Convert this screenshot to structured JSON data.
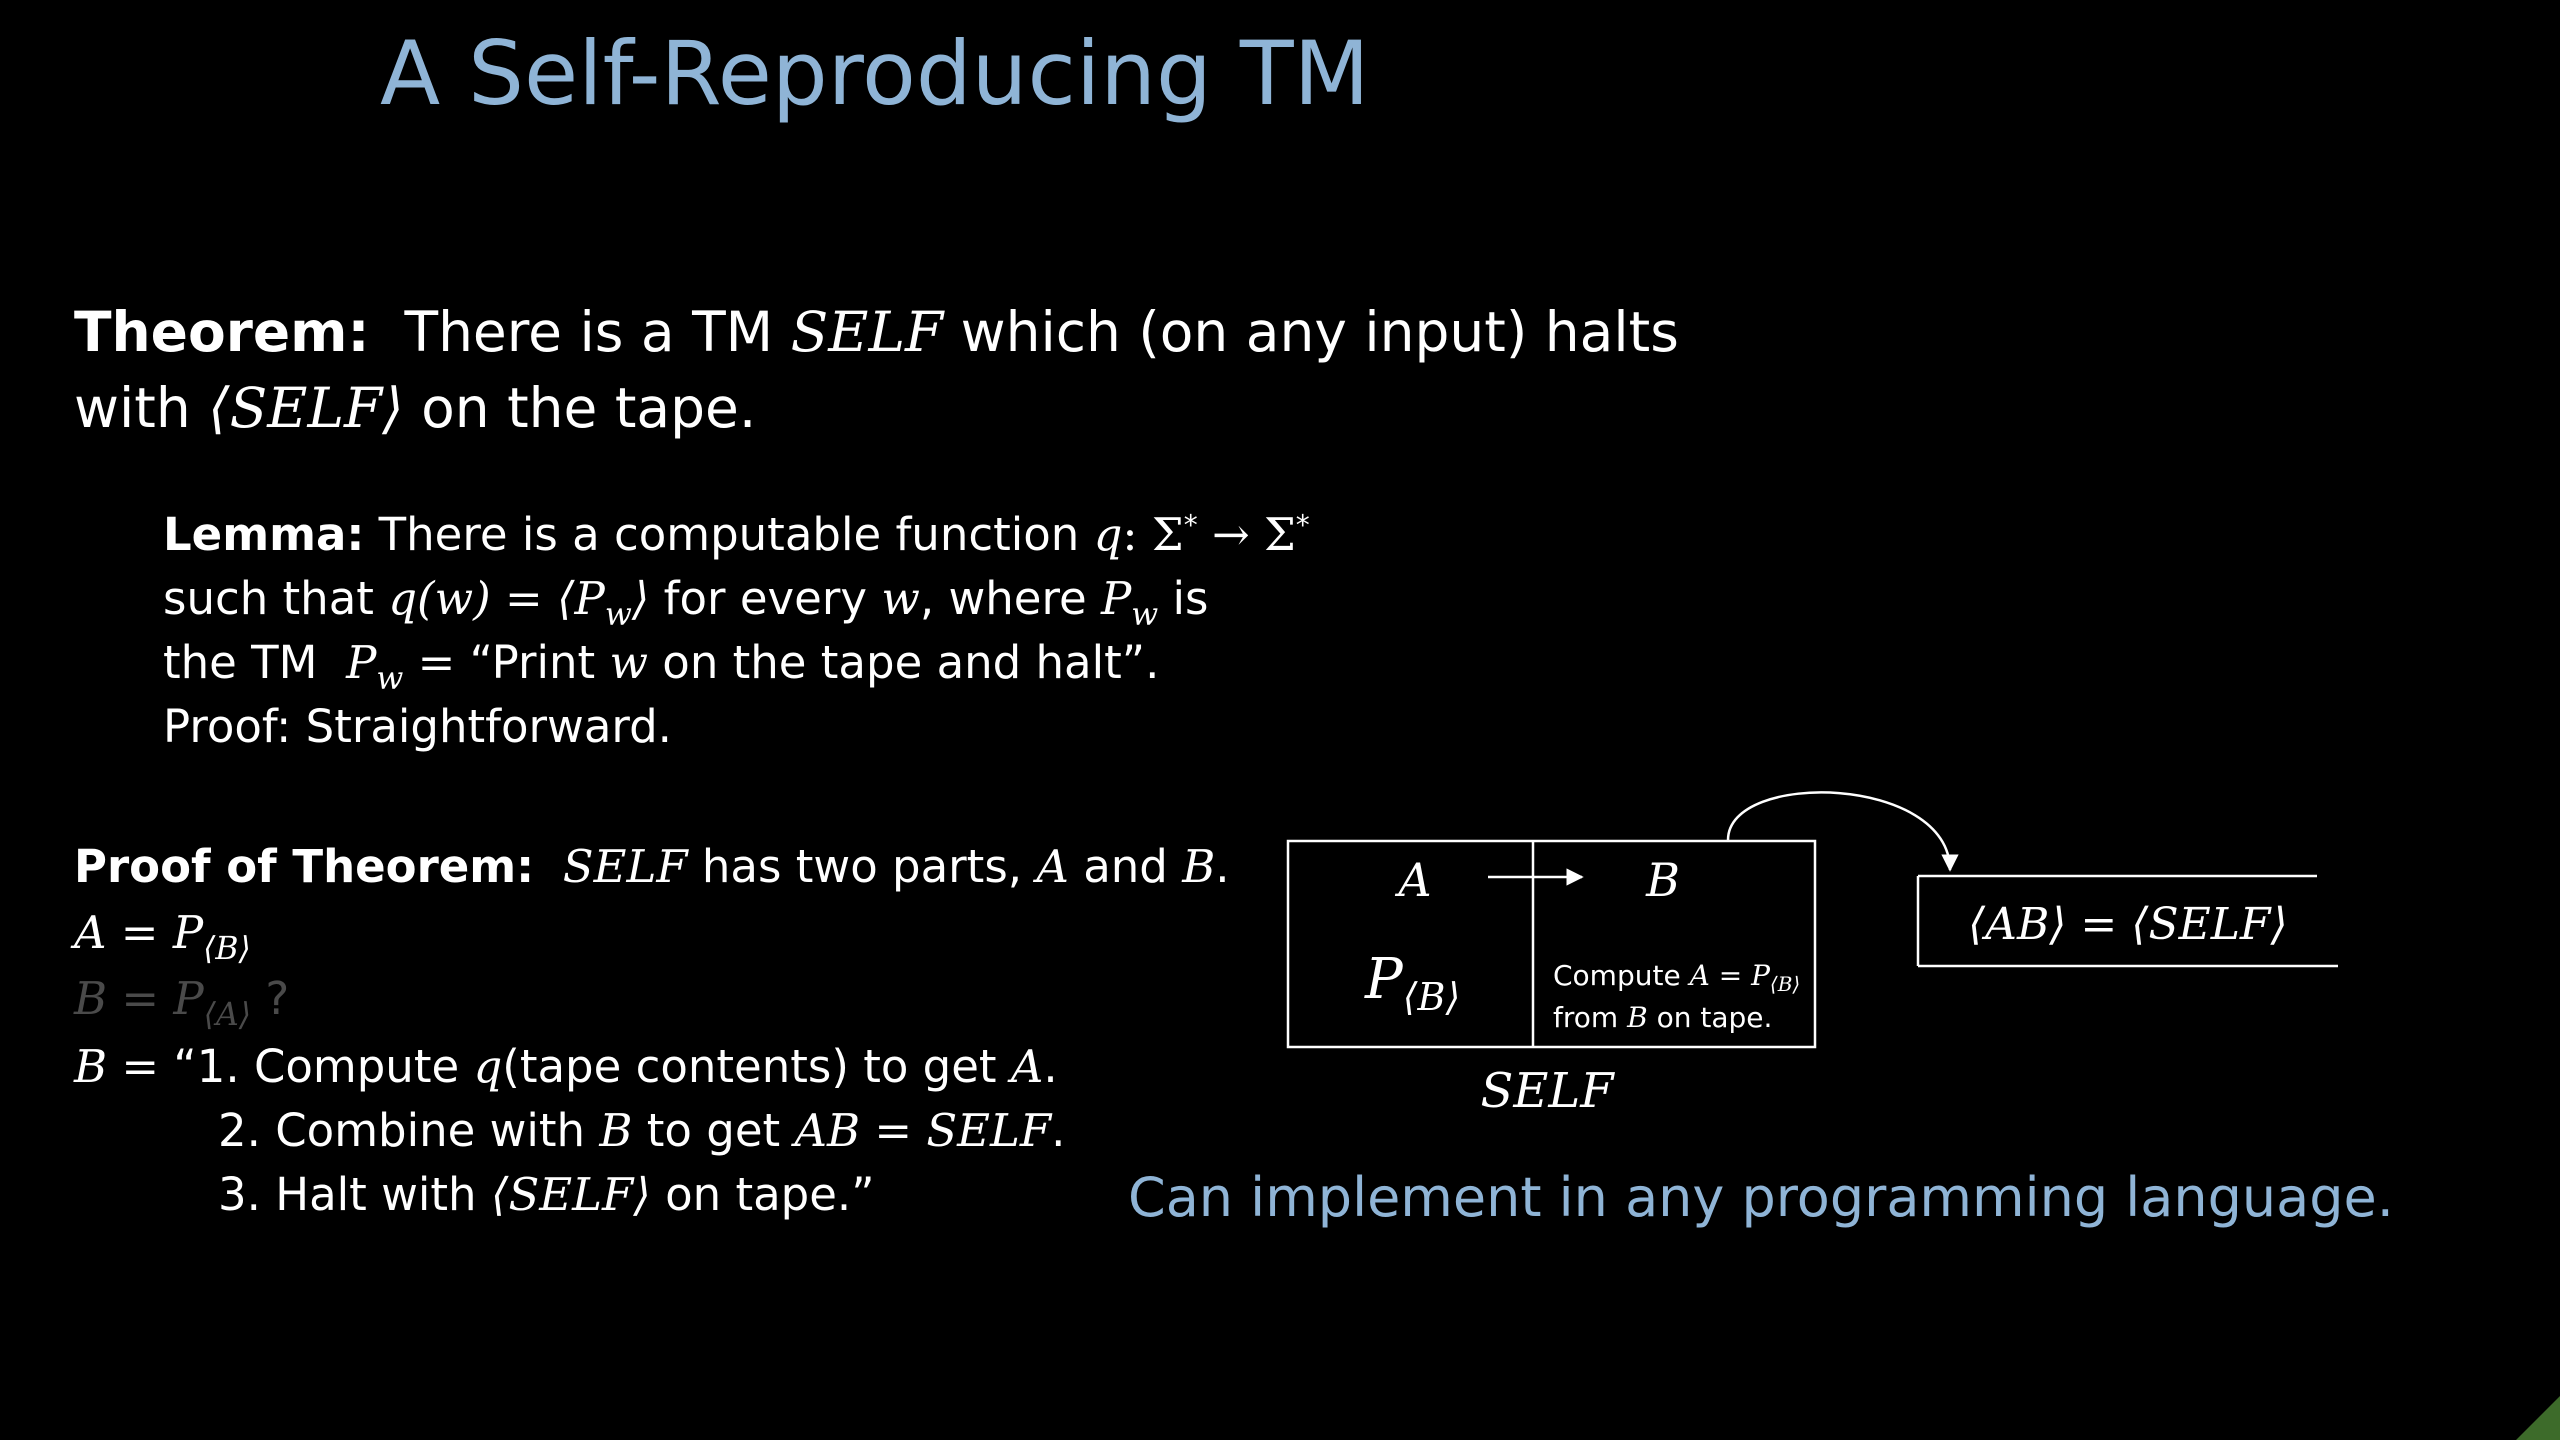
{
  "slide": {
    "title": "A Self-Reproducing TM",
    "theorem": {
      "label": "Theorem:",
      "line1_a": "There is a TM",
      "self": "SELF",
      "line1_b": "which (on any input) halts",
      "line2_a": "with",
      "self_enc": "⟨SELF⟩",
      "line2_b": "on the tape."
    },
    "lemma": {
      "label": "Lemma:",
      "line1_text": "There is a computable function",
      "line1_math": "q",
      "line1_math2": ": Σ",
      "sup": "*",
      "arrow": " → Σ",
      "line2_text": "such that",
      "line2_math": "q(w) = ⟨P",
      "sub_w": "w",
      "line2_close": "⟩",
      "line2_text2": "for every",
      "w": "w",
      "line2_text3": ", where",
      "p": "P",
      "line2_text4": "is",
      "line3_text": "the TM",
      "eq": "=",
      "line3_quote_a": "“Print",
      "line3_quote_b": "on the tape and halt”.",
      "proof": "Proof:  Straightforward."
    },
    "proof": {
      "label": "Proof of Theorem:",
      "self": "SELF",
      "text_a": "has two parts,",
      "a": "A",
      "and": "and",
      "b": "B",
      "period": ".",
      "eq_a_lhs": "A =",
      "eq_a_p": "P",
      "eq_a_sub": "⟨B⟩",
      "eq_b_lhs": "B =",
      "eq_b_p": "P",
      "eq_b_sub": "⟨A⟩",
      "eq_b_q": "?",
      "step1_lhs": "B =",
      "step1_text": "“1.  Compute",
      "step1_q": "q",
      "step1_text2": "(tape contents) to get",
      "step1_a": "A",
      "step1_period": ".",
      "step2_text": "2.  Combine with",
      "step2_b": "B",
      "step2_text2": "to get",
      "step2_math": "AB = SELF",
      "step2_period": ".",
      "step3_text": "3.  Halt with",
      "step3_math": "⟨SELF⟩",
      "step3_text2": "on tape.”"
    },
    "diagram": {
      "left_label": "A",
      "right_label": "B",
      "left_content": "P",
      "left_sub": "⟨B⟩",
      "compute_a": "Compute",
      "compute_b": "A = P",
      "compute_sub": "⟨B⟩",
      "compute_line2_a": "from",
      "compute_line2_b": "B",
      "compute_line2_c": "on tape.",
      "self_label": "SELF",
      "output": "⟨AB⟩ = ⟨SELF⟩"
    },
    "closing": "Can implement in any programming language."
  }
}
